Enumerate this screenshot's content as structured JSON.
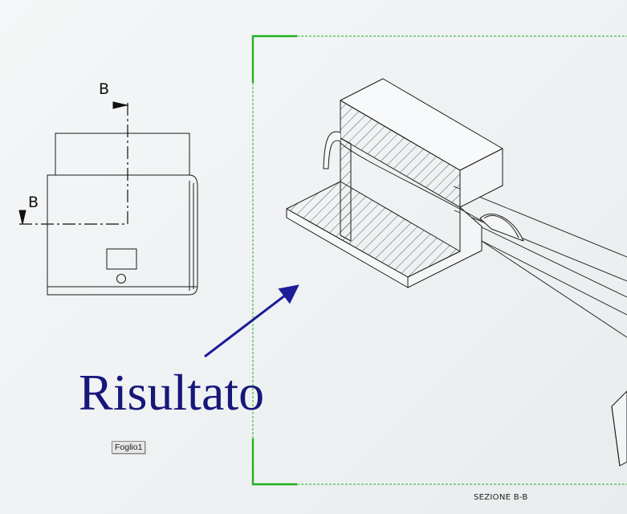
{
  "labels": {
    "section_marker_top": "B",
    "section_marker_left": "B",
    "result_caption": "Risultato",
    "sheet_tab": "Foglio1",
    "section_title": "SEZIONE B-B"
  },
  "colors": {
    "drawing_line": "#1a1a1a",
    "section_frame": "#22b022",
    "arrow": "#1c1c9a",
    "caption": "#17177a"
  },
  "icons": {
    "section_arrow": "arrow-right-icon",
    "section_arrow_left": "arrow-down-icon"
  }
}
